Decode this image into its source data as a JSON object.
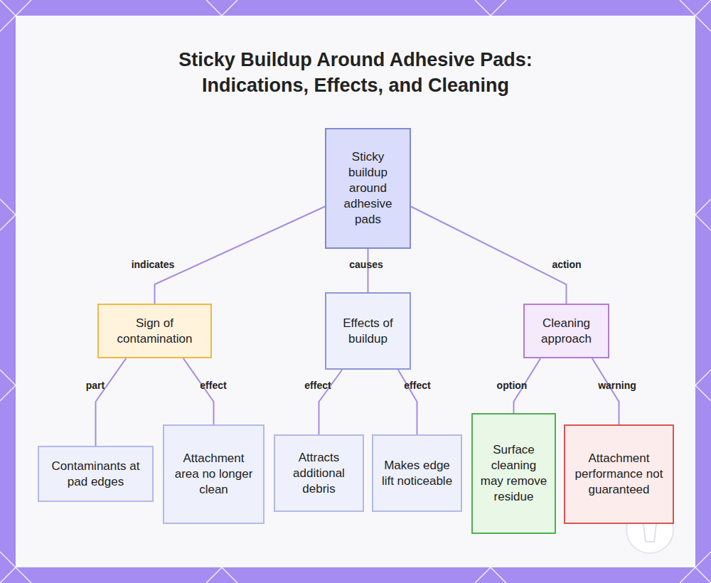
{
  "diagram": {
    "title": "Sticky Buildup Around Adhesive Pads: Indications, Effects, and Cleaning",
    "nodes": [
      {
        "text": [
          "Sticky buildup around adhesive pads"
        ]
      },
      {
        "text": [
          "Sign of contamination"
        ]
      },
      {
        "text": [
          "Effects of buildup"
        ]
      },
      {
        "text": [
          "Cleaning approach"
        ]
      },
      {
        "text": [
          "Contaminants at pad edges"
        ]
      },
      {
        "text": [
          "Attachment area no longer clean"
        ]
      },
      {
        "text": [
          "Attracts additional debris"
        ]
      },
      {
        "text": [
          "Makes edge lift noticeable"
        ]
      },
      {
        "text": [
          "Surface cleaning may remove residue"
        ]
      },
      {
        "text": [
          "Attachment performance not guaranteed"
        ]
      }
    ],
    "edges": [
      {
        "from": 0,
        "to": 1,
        "label": "indicates",
        "arrow": "none"
      },
      {
        "from": 0,
        "to": 2,
        "label": "causes",
        "arrow": "none"
      },
      {
        "from": 0,
        "to": 3,
        "label": "action",
        "arrow": "none"
      },
      {
        "from": 1,
        "to": 4,
        "label": "part",
        "arrow": "none"
      },
      {
        "from": 1,
        "to": 5,
        "label": "effect",
        "arrow": "none"
      },
      {
        "from": 2,
        "to": 6,
        "label": "effect",
        "arrow": "none"
      },
      {
        "from": 2,
        "to": 7,
        "label": "effect",
        "arrow": "none"
      },
      {
        "from": 3,
        "to": 8,
        "label": "option",
        "arrow": "none"
      },
      {
        "from": 3,
        "to": 9,
        "label": "warning",
        "arrow": "none"
      }
    ]
  }
}
